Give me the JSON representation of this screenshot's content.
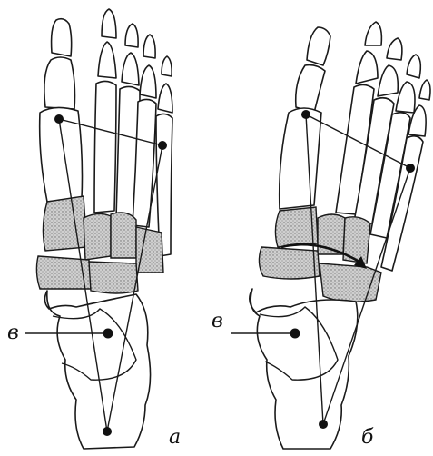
{
  "panels": [
    {
      "id": "a",
      "label": "а",
      "pointer_label": "в"
    },
    {
      "id": "b",
      "label": "б",
      "pointer_label": "в"
    }
  ],
  "colors": {
    "ink": "#1a1a1a",
    "shade": "#a9a9a9",
    "paper": "#ffffff"
  }
}
